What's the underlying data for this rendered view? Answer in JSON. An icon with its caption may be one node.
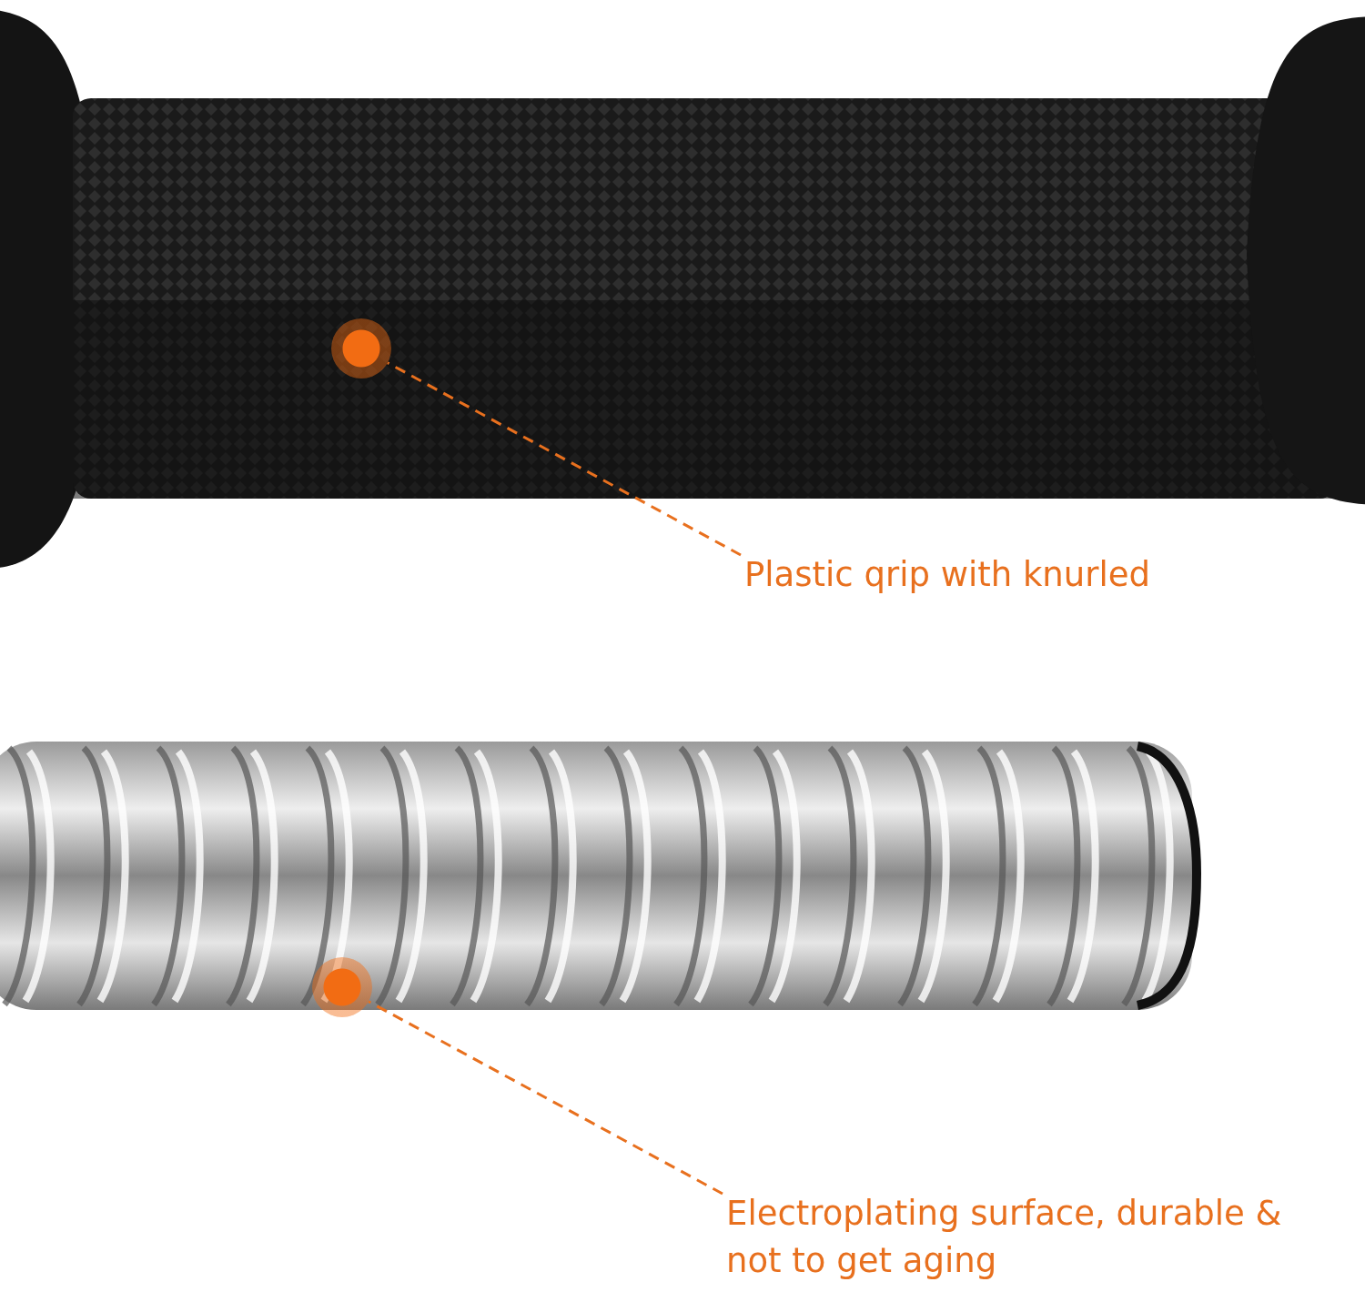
{
  "diagram": {
    "nodes": [
      {
        "text": [
          "Plastic qrip with knurled"
        ]
      },
      {
        "text": [],
        "shape": "circle"
      },
      {
        "text": [
          "Electroplating surface, durable & not to get aging"
        ]
      },
      {
        "text": [],
        "shape": "circle"
      }
    ],
    "edges": [
      {
        "from": 0,
        "to": 1,
        "arrow": "none",
        "style": "dashed"
      },
      {
        "from": 2,
        "to": 3,
        "arrow": "none",
        "style": "dashed"
      }
    ]
  }
}
